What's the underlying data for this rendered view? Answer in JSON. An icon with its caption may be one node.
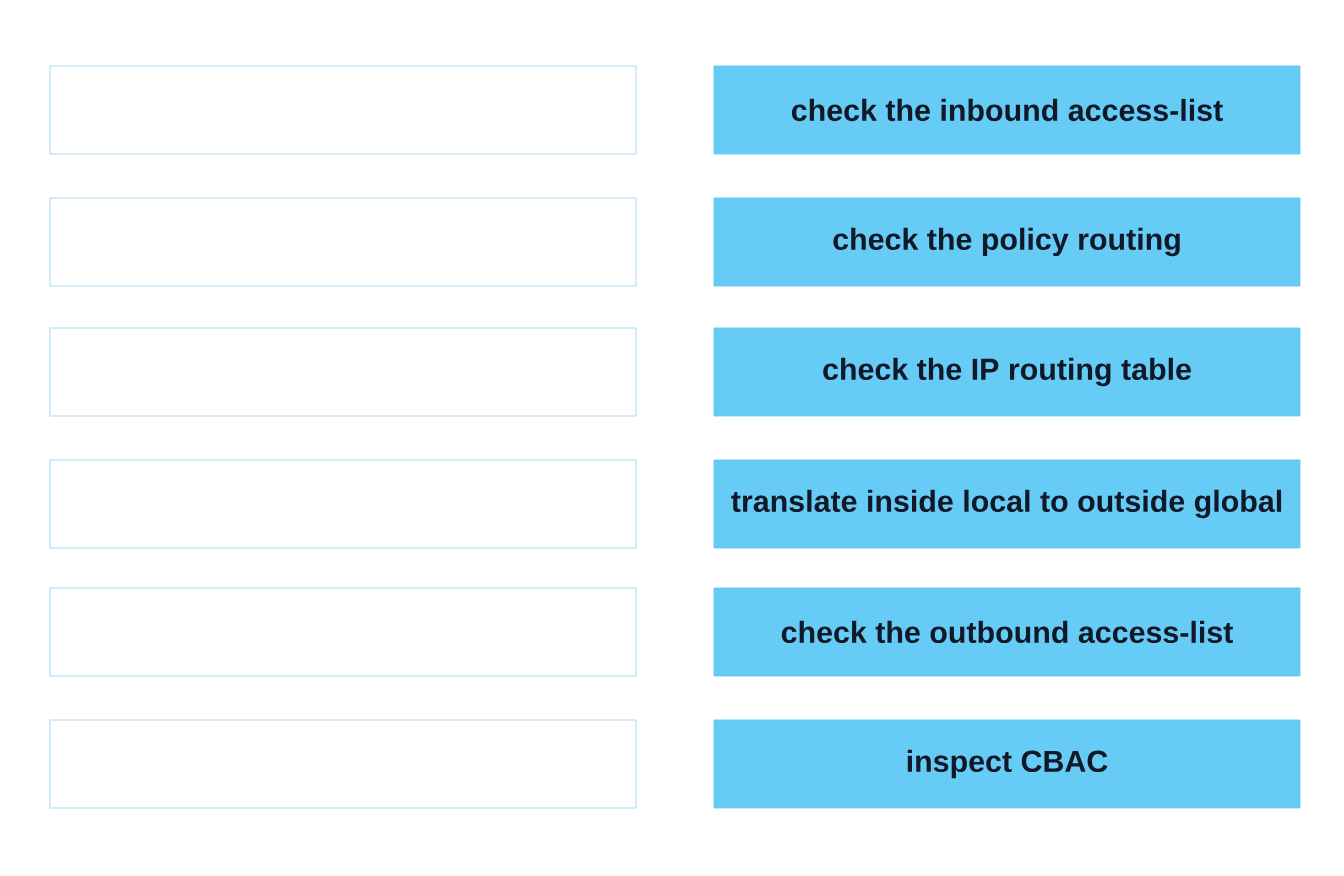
{
  "diagram": {
    "nodes": [
      {
        "text": [],
        "shape": "box"
      },
      {
        "text": [
          "check the inbound access-list"
        ]
      },
      {
        "text": [],
        "shape": "box"
      },
      {
        "text": [
          "check the policy routing"
        ]
      },
      {
        "text": [],
        "shape": "box"
      },
      {
        "text": [
          "check the IP routing table"
        ]
      },
      {
        "text": [],
        "shape": "box"
      },
      {
        "text": [
          "translate inside local to outside global"
        ]
      },
      {
        "text": [],
        "shape": "box"
      },
      {
        "text": [
          "check the outbound access-list"
        ]
      },
      {
        "text": [],
        "shape": "box"
      },
      {
        "text": [
          "inspect CBAC"
        ]
      }
    ]
  }
}
